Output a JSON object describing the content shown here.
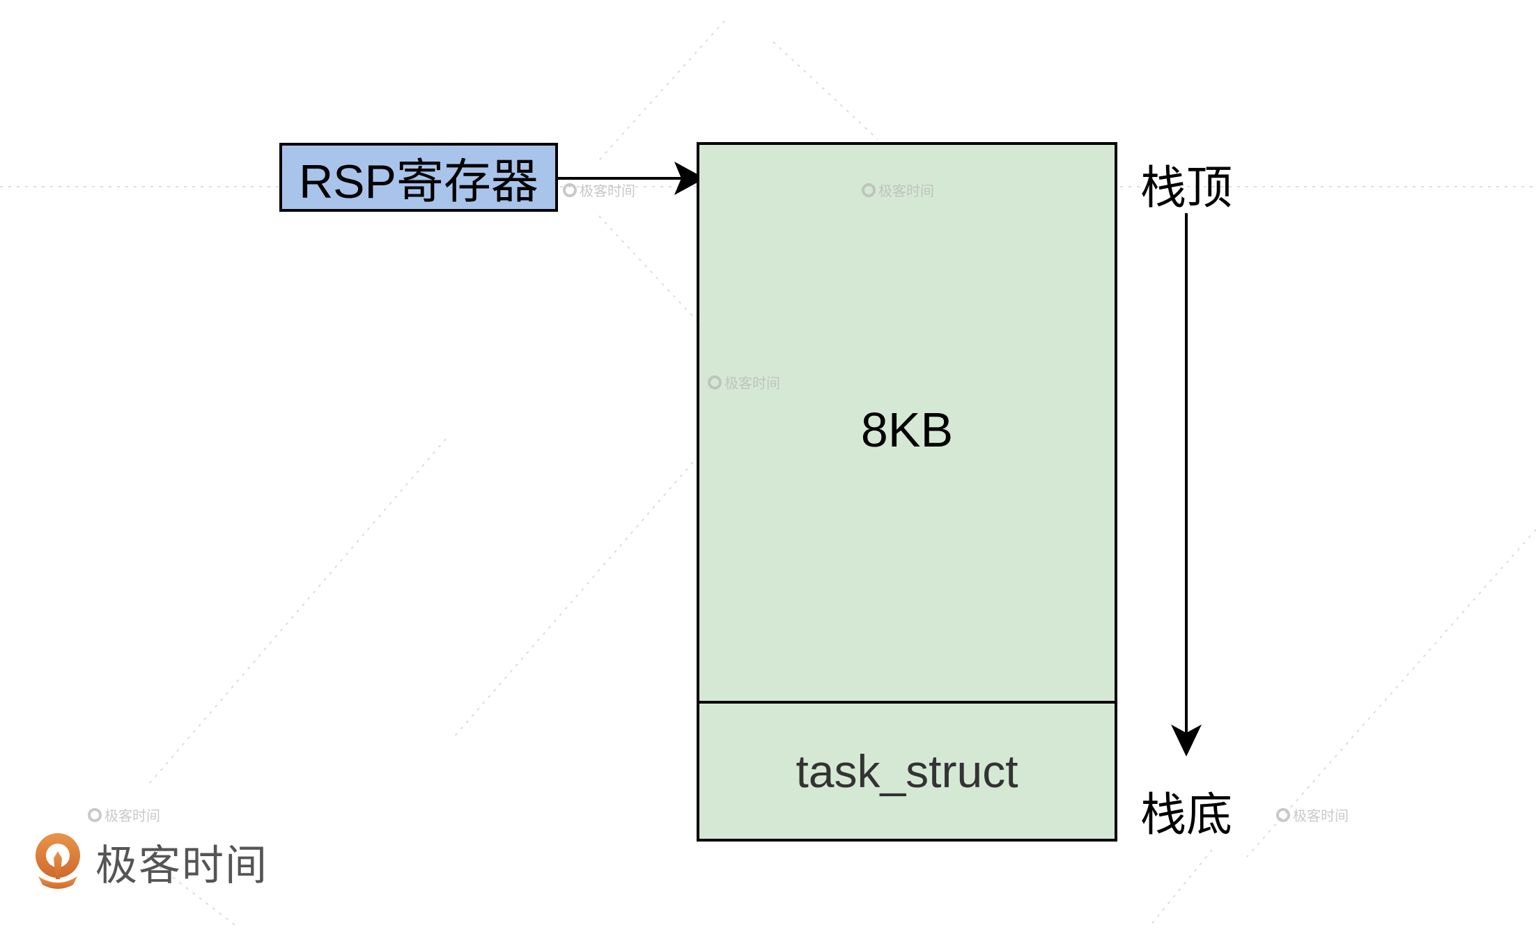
{
  "diagram": {
    "register_label": "RSP寄存器",
    "stack_size_label": "8KB",
    "task_struct_label": "task_struct",
    "stack_top_label": "栈顶",
    "stack_bottom_label": "栈底"
  },
  "colors": {
    "register_fill": "#a9c4eb",
    "stack_fill": "#d5e8d4",
    "stroke": "#000000",
    "logo_orange": "#e07b39"
  },
  "branding": {
    "logo_text": "极客时间",
    "watermark_text": "极客时间"
  }
}
